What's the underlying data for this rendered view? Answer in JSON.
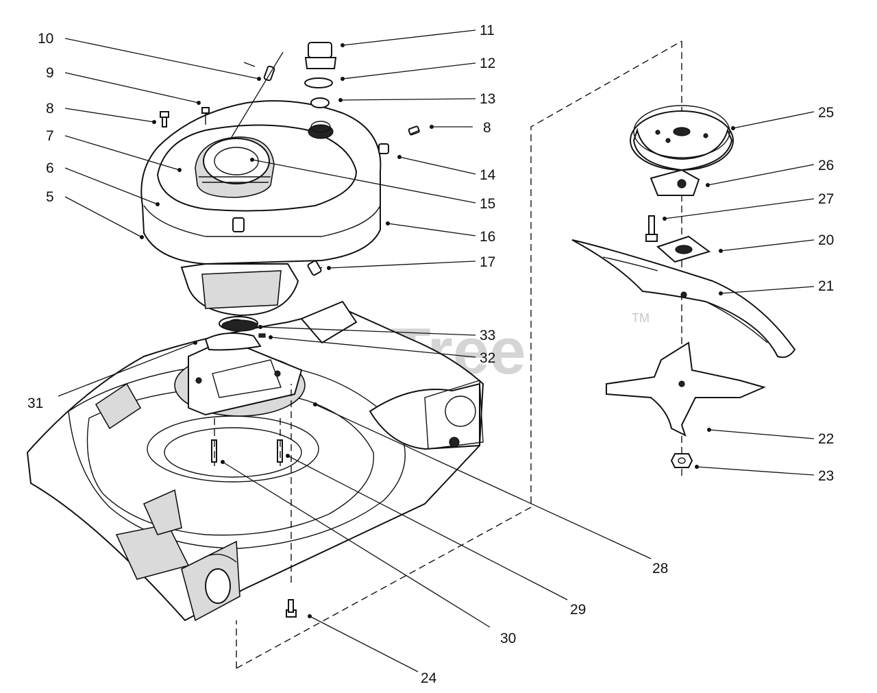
{
  "watermark": {
    "brand": "PartsTree",
    "tm": "TM"
  },
  "callouts": [
    {
      "id": "c10",
      "label": "10"
    },
    {
      "id": "c9",
      "label": "9"
    },
    {
      "id": "c8a",
      "label": "8"
    },
    {
      "id": "c7",
      "label": "7"
    },
    {
      "id": "c6",
      "label": "6"
    },
    {
      "id": "c5",
      "label": "5"
    },
    {
      "id": "c11",
      "label": "11"
    },
    {
      "id": "c12",
      "label": "12"
    },
    {
      "id": "c13",
      "label": "13"
    },
    {
      "id": "c8b",
      "label": "8"
    },
    {
      "id": "c14",
      "label": "14"
    },
    {
      "id": "c15",
      "label": "15"
    },
    {
      "id": "c16",
      "label": "16"
    },
    {
      "id": "c17",
      "label": "17"
    },
    {
      "id": "c33",
      "label": "33"
    },
    {
      "id": "c32",
      "label": "32"
    },
    {
      "id": "c31",
      "label": "31"
    },
    {
      "id": "c28",
      "label": "28"
    },
    {
      "id": "c29",
      "label": "29"
    },
    {
      "id": "c30",
      "label": "30"
    },
    {
      "id": "c24",
      "label": "24"
    },
    {
      "id": "c25",
      "label": "25"
    },
    {
      "id": "c26",
      "label": "26"
    },
    {
      "id": "c27",
      "label": "27"
    },
    {
      "id": "c20",
      "label": "20"
    },
    {
      "id": "c21",
      "label": "21"
    },
    {
      "id": "c22",
      "label": "22"
    },
    {
      "id": "c23",
      "label": "23"
    }
  ]
}
